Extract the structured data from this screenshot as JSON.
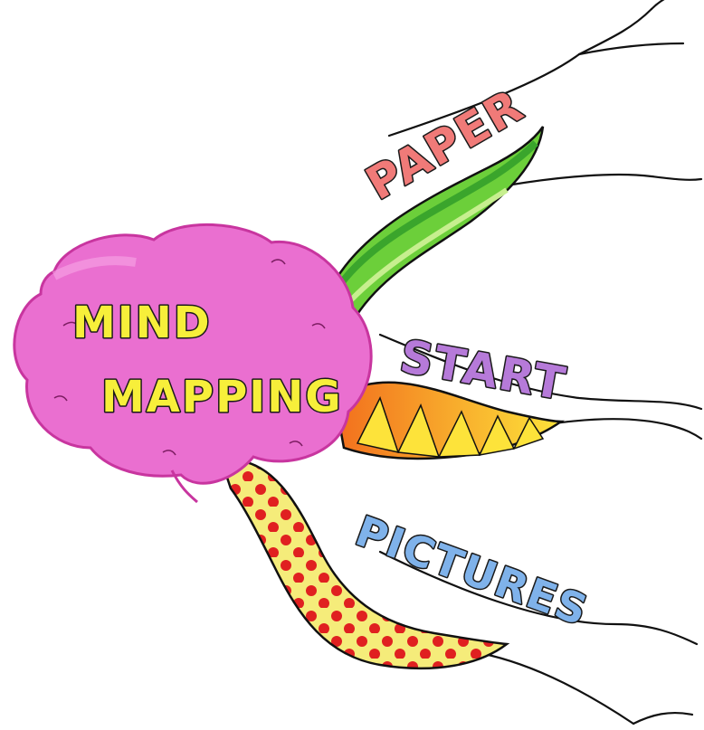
{
  "central": {
    "line1": "MIND",
    "line2": "MAPPING",
    "color": "#ea6fd0",
    "text_color": "#f7ef3a"
  },
  "branches": [
    {
      "label": "PAPER",
      "color": "#f07a78",
      "branch_color": "#6ccf3a"
    },
    {
      "label": "START",
      "color": "#b67ad9",
      "branch_color": "#f7a62b"
    },
    {
      "label": "PICTURES",
      "color": "#7fb2ea",
      "branch_color": "#f5ec7a"
    }
  ]
}
